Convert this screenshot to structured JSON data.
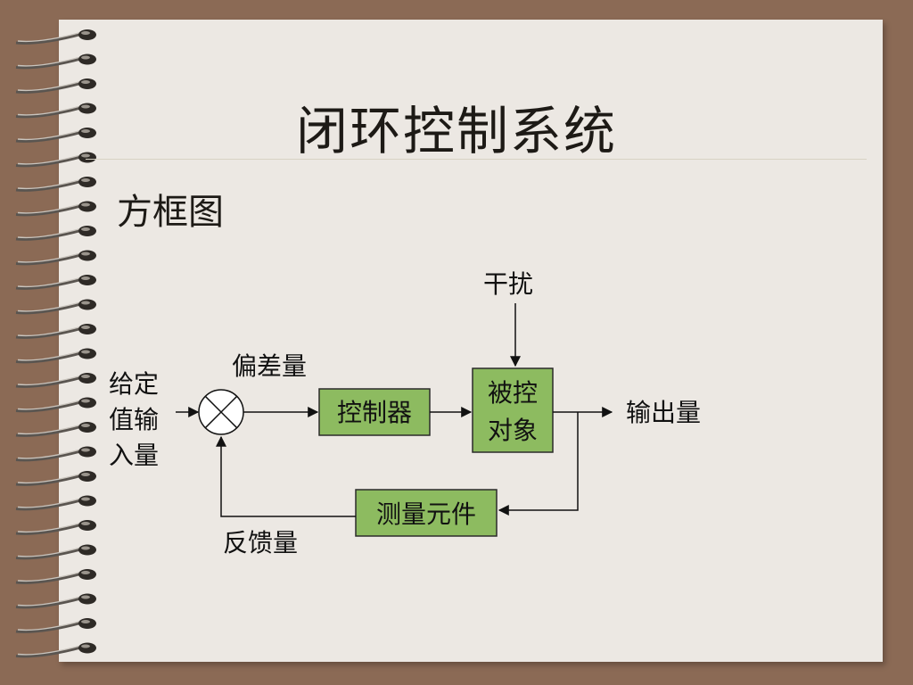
{
  "slide": {
    "title": "闭环控制系统",
    "subtitle": "方框图"
  },
  "diagram": {
    "input_label": [
      "给定",
      "值输",
      "入量"
    ],
    "error_label": "偏差量",
    "controller_label": "控制器",
    "disturbance_label": "干扰",
    "plant_label": [
      "被控",
      "对象"
    ],
    "output_label": "输出量",
    "sensor_label": "测量元件",
    "feedback_label": "反馈量",
    "colors": {
      "block_fill": "#8dbb60",
      "block_border": "#2b2b2b",
      "line": "#111111",
      "sheet": "#ece8e3",
      "frame": "#8b6a55"
    }
  }
}
